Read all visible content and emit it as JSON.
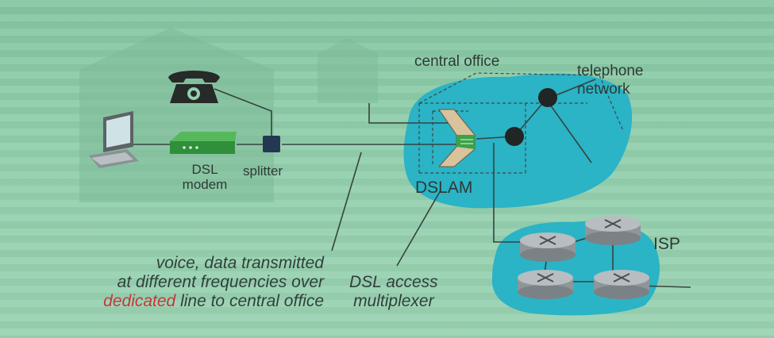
{
  "labels": {
    "central_office": "central office",
    "telephone_network": "telephone network",
    "dsl_modem": "DSL modem",
    "splitter": "splitter",
    "dslam": "DSLAM",
    "isp": "ISP"
  },
  "caption_left": {
    "line1": "voice, data transmitted",
    "line2": "at different frequencies over",
    "line3_emphasis": "dedicated",
    "line3_rest": " line to central office"
  },
  "caption_right": {
    "line1": "DSL access",
    "line2": "multiplexer"
  },
  "colors": {
    "background": "#93d0ae",
    "network_cloud": "#2bb3c6",
    "emphasis": "#c0393b"
  },
  "icons": [
    "telephone-icon",
    "computer-icon",
    "dsl-modem-icon",
    "splitter-icon",
    "dslam-icon",
    "router-icon",
    "switch-node-icon",
    "house-icon"
  ]
}
